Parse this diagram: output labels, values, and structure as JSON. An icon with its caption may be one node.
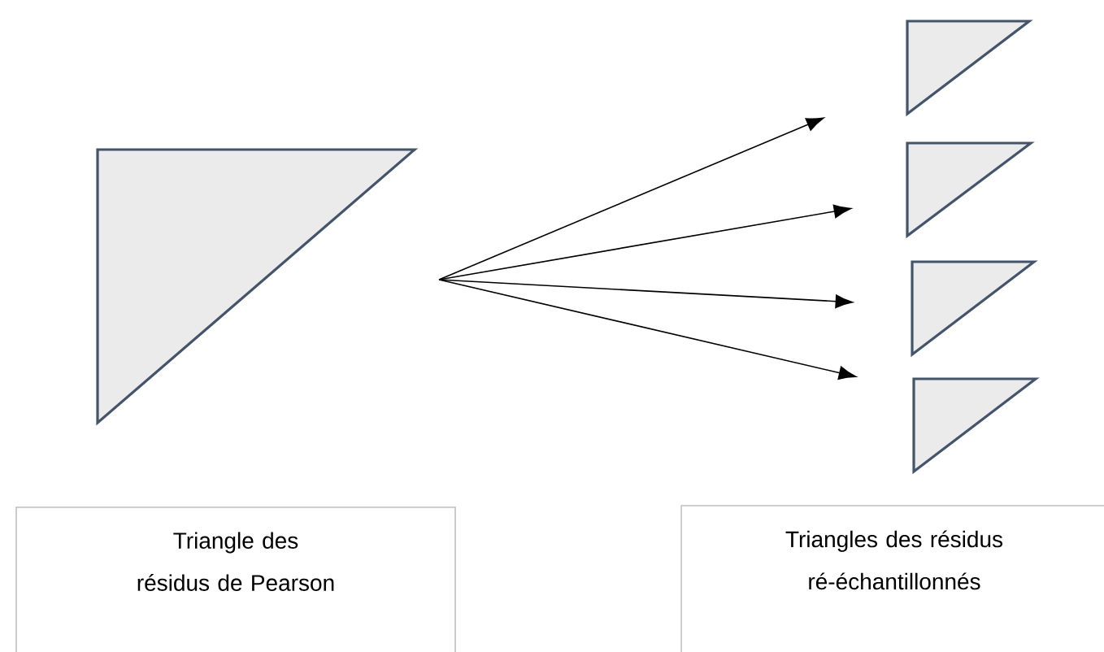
{
  "diagram": {
    "nodes": [
      {
        "text": [],
        "shape": "triangle"
      },
      {
        "text": [],
        "shape": "triangle"
      },
      {
        "text": [],
        "shape": "triangle"
      },
      {
        "text": [],
        "shape": "triangle"
      },
      {
        "text": [],
        "shape": "triangle"
      },
      {
        "text": [
          "Triangle des résidus de Pearson"
        ]
      },
      {
        "text": [
          "Triangles des résidus ré-échantillonnés"
        ]
      }
    ],
    "edges": [
      {
        "from": null,
        "to": 1,
        "arrow": "to"
      },
      {
        "from": null,
        "to": 2,
        "arrow": "to"
      },
      {
        "from": null,
        "to": 3,
        "arrow": "to"
      },
      {
        "from": null,
        "to": 4,
        "arrow": "to"
      }
    ]
  }
}
